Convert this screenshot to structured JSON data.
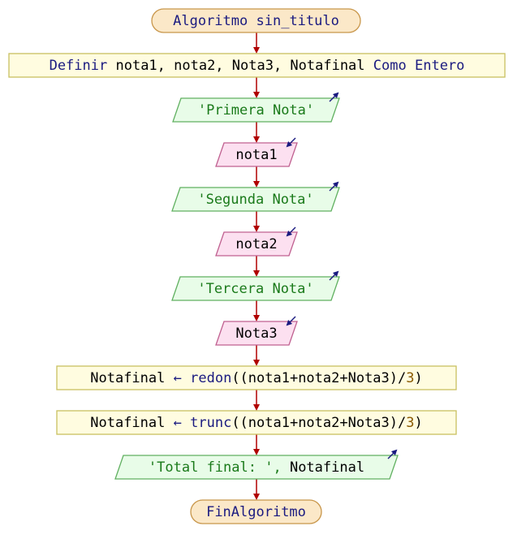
{
  "diagram": {
    "start": {
      "keyword": "Algoritmo",
      "name": "sin_titulo"
    },
    "definir": {
      "keyword": "Definir",
      "vars": "nota1, nota2, Nota3, Notafinal",
      "como": "Como",
      "type": "Entero"
    },
    "write1": "'Primera Nota'",
    "read1": "nota1",
    "write2": "'Segunda Nota'",
    "read2": "nota2",
    "write3": "'Tercera Nota'",
    "read3": "Nota3",
    "assign1": {
      "target": "Notafinal",
      "arrow": "←",
      "func": "redon",
      "expr_open": "((nota1+nota2+Nota3)/",
      "divisor": "3",
      "expr_close": ")"
    },
    "assign2": {
      "target": "Notafinal",
      "arrow": "←",
      "func": "trunc",
      "expr_open": "((nota1+nota2+Nota3)/",
      "divisor": "3",
      "expr_close": ")"
    },
    "write4": {
      "string": "'Total final: '",
      "sep": ",",
      "var": "Notafinal"
    },
    "end": "FinAlgoritmo"
  },
  "colors": {
    "terminal_fill": "#fbe8c8",
    "terminal_stroke": "#c8964a",
    "process_fill": "#fffce0",
    "process_stroke": "#c8c060",
    "write_fill": "#e8fce8",
    "write_stroke": "#60b060",
    "read_fill": "#fce0f0",
    "read_stroke": "#c06090",
    "arrow": "#b00000",
    "io_marker": "#1a1a80"
  }
}
